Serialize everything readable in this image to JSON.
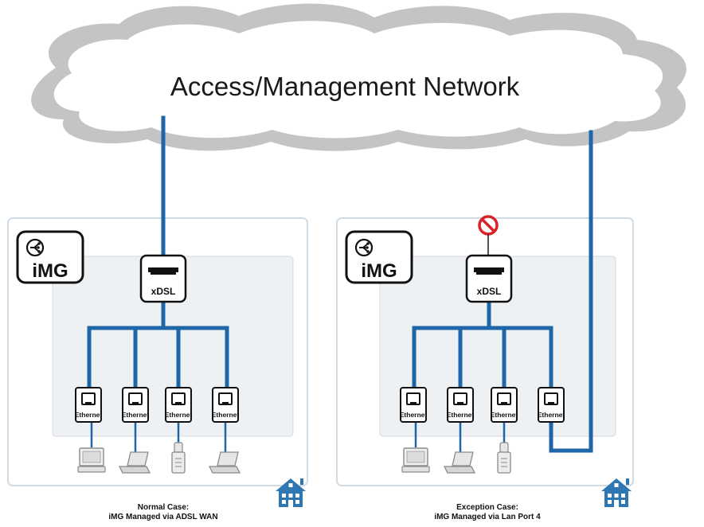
{
  "cloud": {
    "title": "Access/Management Network"
  },
  "left_case": {
    "logo": "iMG",
    "xdsl_label": "xDSL",
    "ethernet_labels": [
      "Ethernet",
      "Ethernet",
      "Ethernet",
      "Ethernet"
    ],
    "caption_line1": "Normal Case:",
    "caption_line2": "iMG Managed via ADSL WAN"
  },
  "right_case": {
    "logo": "iMG",
    "xdsl_label": "xDSL",
    "ethernet_labels": [
      "Ethernet",
      "Ethernet",
      "Ethernet",
      "Ethernet"
    ],
    "caption_line1": "Exception Case:",
    "caption_line2": "iMG Managed via Lan Port 4"
  },
  "icons": {
    "device_types": [
      "pc-icon",
      "laptop-icon",
      "phone-icon",
      "laptop-icon"
    ],
    "home": "house-icon",
    "blocked": "no-entry-icon"
  },
  "colors": {
    "link": "#1f66a8",
    "house": "#2e77b3",
    "blocked": "#d9252a",
    "panel_border": "#cfdbe6",
    "inner_panel": "#eef1f4",
    "cloud_outline": "#a9abad"
  }
}
